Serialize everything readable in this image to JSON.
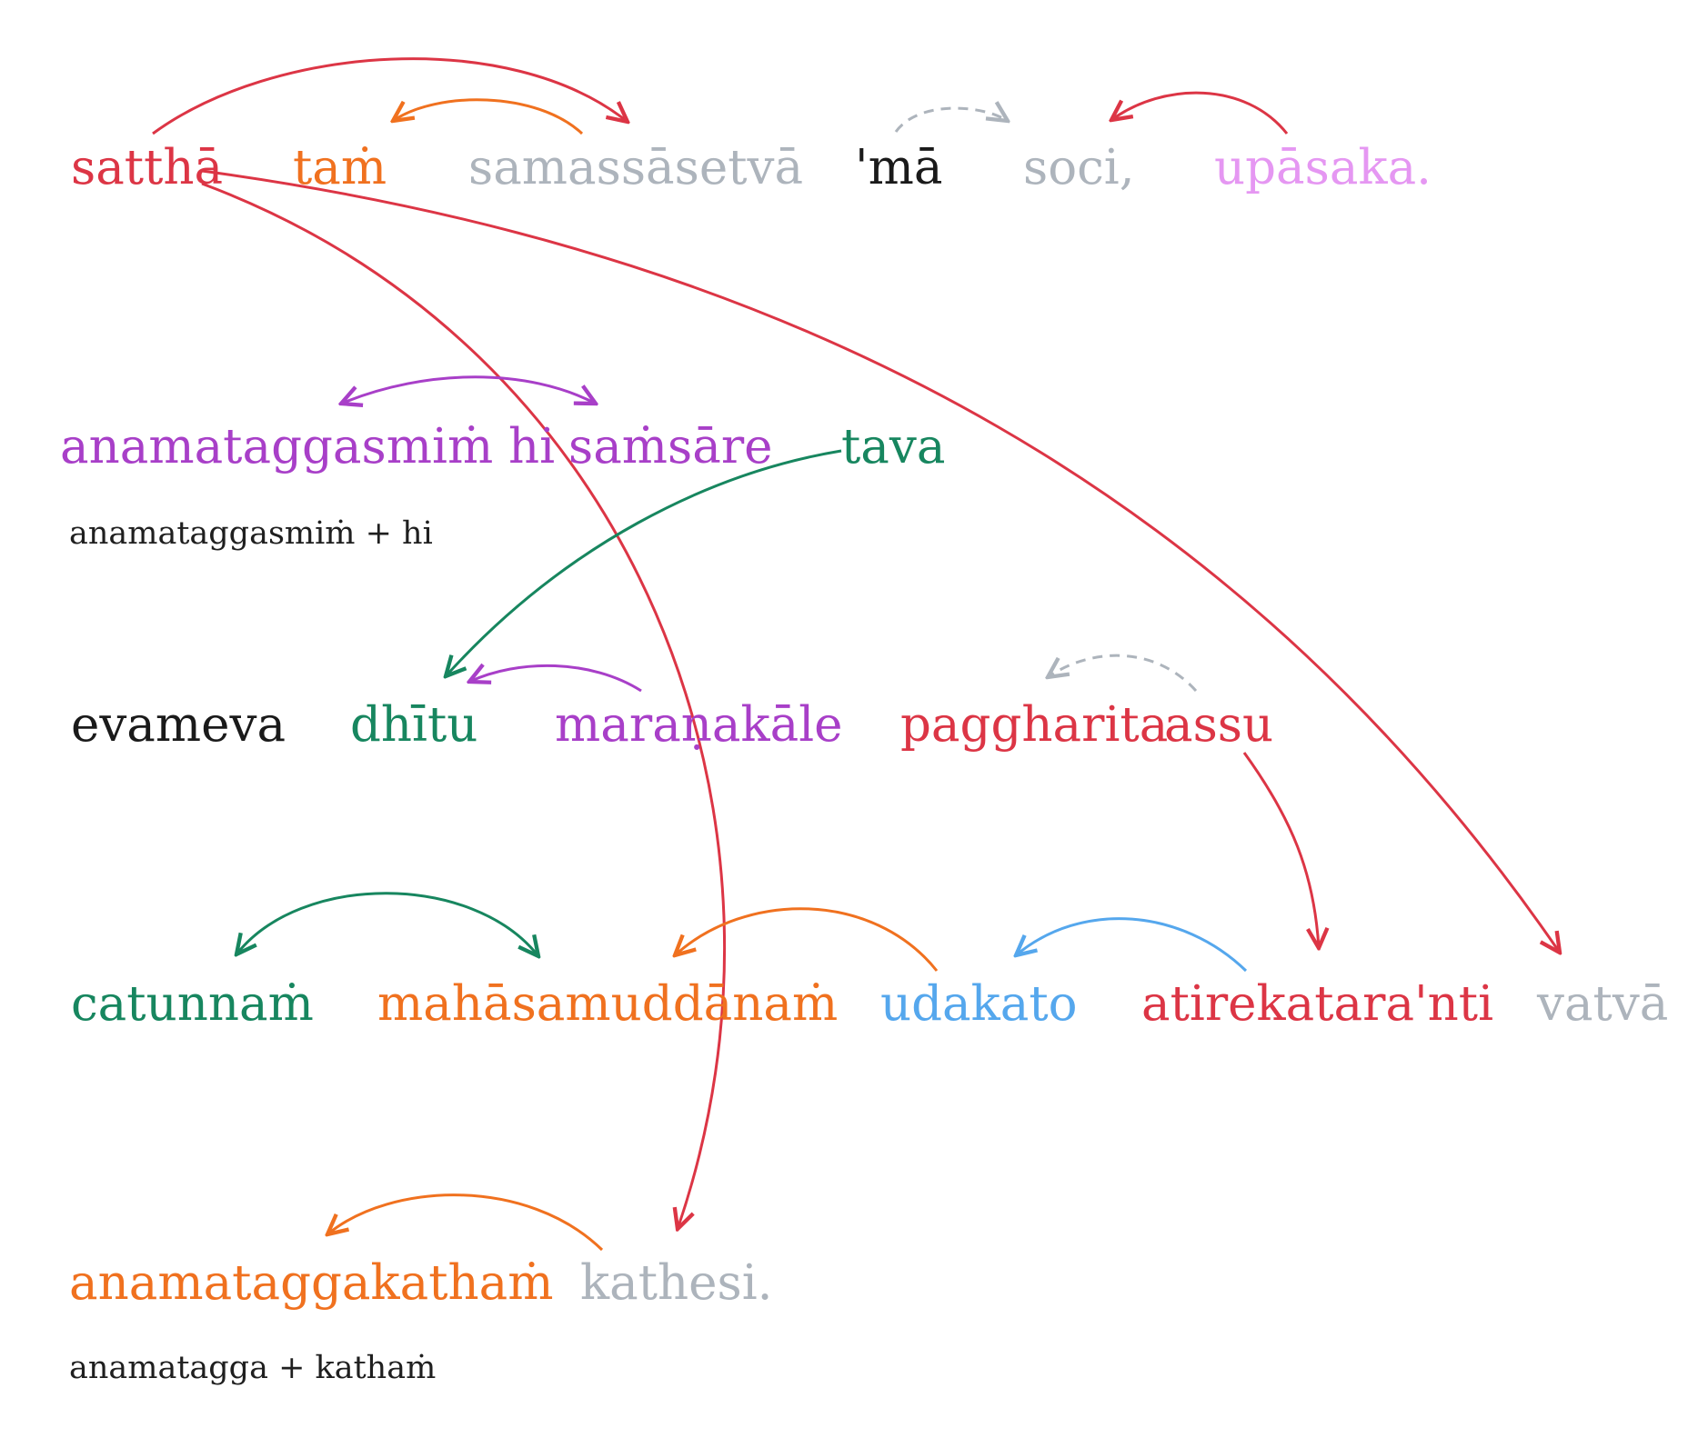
{
  "colors": {
    "red": "#dc3545",
    "orange": "#f0711f",
    "gray": "#adb4bc",
    "black": "#1a1a1a",
    "pink": "#e597f2",
    "purple": "#a83fc8",
    "green": "#17865f",
    "blue": "#55a7ed"
  },
  "words": {
    "sattha": {
      "text": "satthā",
      "color": "red"
    },
    "tam": {
      "text": "taṁ",
      "color": "orange"
    },
    "samassasetva": {
      "text": "samassāsetvā",
      "color": "gray"
    },
    "ma": {
      "text": "'mā",
      "color": "black"
    },
    "soci": {
      "text": "soci,",
      "color": "gray"
    },
    "upasaka": {
      "text": "upāsaka.",
      "color": "pink"
    },
    "anamataggasmim_hi": {
      "text": "anamataggasmiṁ hi",
      "color": "purple"
    },
    "samsare": {
      "text": "saṁsāre",
      "color": "purple"
    },
    "tava": {
      "text": "tava",
      "color": "green"
    },
    "evameva": {
      "text": "evameva",
      "color": "black"
    },
    "dhitu": {
      "text": "dhītu",
      "color": "green"
    },
    "maranakale": {
      "text": "maraṇakāle",
      "color": "purple"
    },
    "paggharita": {
      "text": "paggharita",
      "color": "red"
    },
    "assu": {
      "text": "assu",
      "color": "red"
    },
    "catunnam": {
      "text": "catunnaṁ",
      "color": "green"
    },
    "mahasamuddanam": {
      "text": "mahāsamuddānaṁ",
      "color": "orange"
    },
    "udakato": {
      "text": "udakato",
      "color": "blue"
    },
    "atirekatarants": {
      "text": "atirekatara'nti",
      "color": "red"
    },
    "vatva": {
      "text": "vatvā",
      "color": "gray"
    },
    "anamataggakatham": {
      "text": "anamataggakathaṁ",
      "color": "orange"
    },
    "kathesi": {
      "text": "kathesi.",
      "color": "gray"
    }
  },
  "notes": {
    "split1": "anamataggasmiṁ + hi",
    "split2": "anamatagga + kathaṁ"
  },
  "links": [
    {
      "from": "sattha",
      "to": "samassasetva",
      "color": "red",
      "dashed": false
    },
    {
      "from": "samassasetva",
      "to": "tam",
      "color": "orange",
      "dashed": false
    },
    {
      "from": "ma",
      "to": "soci",
      "color": "gray",
      "dashed": true
    },
    {
      "from": "upasaka",
      "to": "soci",
      "color": "red",
      "dashed": false
    },
    {
      "from": "sattha",
      "to": "vatva",
      "color": "red",
      "dashed": false
    },
    {
      "from": "sattha",
      "to": "kathesi",
      "color": "red",
      "dashed": false
    },
    {
      "from": "anamataggasmim_hi",
      "to": "samsare",
      "color": "purple",
      "dashed": false,
      "bidirectional": true
    },
    {
      "from": "tava",
      "to": "dhitu",
      "color": "green",
      "dashed": false
    },
    {
      "from": "maranakale",
      "to": "dhitu",
      "color": "purple",
      "dashed": false
    },
    {
      "from": "assu",
      "to": "paggharita",
      "color": "gray",
      "dashed": true
    },
    {
      "from": "assu",
      "to": "atirekatarants",
      "color": "red",
      "dashed": false
    },
    {
      "from": "catunnam",
      "to": "mahasamuddanam",
      "color": "green",
      "dashed": false,
      "bidirectional": true
    },
    {
      "from": "udakato",
      "to": "mahasamuddanam",
      "color": "orange",
      "dashed": false
    },
    {
      "from": "atirekatarants",
      "to": "udakato",
      "color": "blue",
      "dashed": false
    },
    {
      "from": "kathesi",
      "to": "anamataggakatham",
      "color": "orange",
      "dashed": false
    }
  ]
}
